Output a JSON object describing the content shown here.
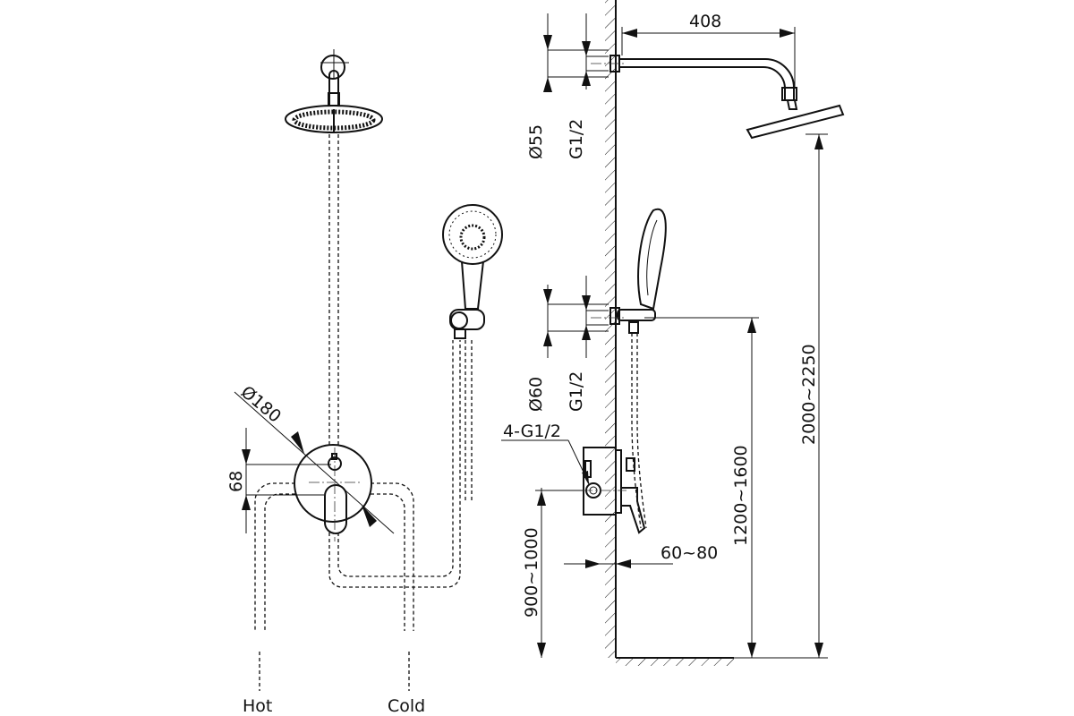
{
  "labels": {
    "hot": "Hot",
    "cold": "Cold",
    "mixer_diameter": "Ø180",
    "mixer_offset": "68",
    "arm_length": "408",
    "head_flange_diameter": "Ø55",
    "head_thread": "G1/2",
    "holder_flange_diameter": "Ø60",
    "holder_thread": "G1/2",
    "valve_ports": "4-G1/2",
    "valve_height": "900~1000",
    "wall_depth": "60~80",
    "holder_height": "1200~1600",
    "head_height": "2000~2250"
  },
  "colors": {
    "line": "#111111",
    "background": "#ffffff"
  }
}
